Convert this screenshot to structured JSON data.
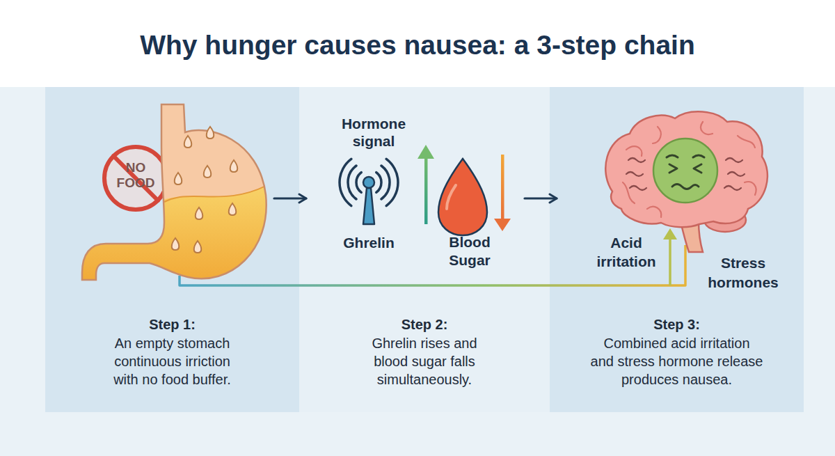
{
  "diagram": {
    "title": "Why hunger causes nausea: a 3-step chain",
    "nodes": [
      {
        "text": [
          "Step 1:",
          "An empty stomach continuous irriction with no food buffer."
        ]
      },
      {
        "text": [
          "Step 2:",
          "Ghrelin rises and blood sugar falls simultaneously."
        ]
      },
      {
        "text": [
          "Step 3:",
          "Combined acid irritation and stress hormone release produces nausea."
        ]
      }
    ],
    "edges": [
      {
        "from": 0,
        "to": 1,
        "arrow": "to"
      },
      {
        "from": 1,
        "to": 2,
        "arrow": "to"
      }
    ],
    "labels": [
      "NO FOOD",
      "Hormone signal",
      "Ghrelin",
      "Blood Sugar",
      "Acid irritation",
      "Stress hormones"
    ]
  }
}
